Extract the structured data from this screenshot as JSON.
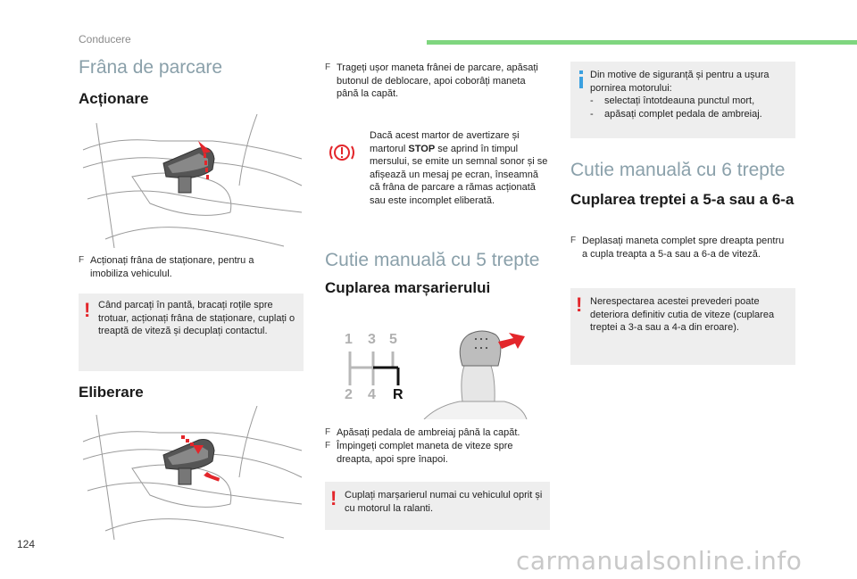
{
  "header": {
    "section": "Conducere",
    "accent_color": "#7fd67f"
  },
  "page_number": "124",
  "watermark": "carmanualsonline.info",
  "col1": {
    "title": "Frâna de parcare",
    "sub_actionare": "Acționare",
    "bullet_actionare": "Acționați frâna de staționare, pentru a imobiliza vehiculul.",
    "warn_box": "Când parcați în pantă, bracați roțile spre trotuar, acționați frâna de staționare, cuplați o treaptă de viteză și decuplați contactul.",
    "sub_eliberare": "Eliberare"
  },
  "col2": {
    "bullet_eliberare": "Trageți ușor maneta frânei de parcare, apăsați butonul de deblocare, apoi coborâți maneta până la capăt.",
    "stop_text_pre": "Dacă acest martor de avertizare și martorul ",
    "stop_text_bold": "STOP",
    "stop_text_post": " se aprind în timpul mersului, se emite un semnal sonor și se afișează un mesaj pe ecran, înseamnă că frâna de parcare a rămas acționată sau este incomplet eliberată.",
    "title_5": "Cutie manuală cu 5 trepte",
    "sub_reverse": "Cuplarea marșarierului",
    "gear_labels": [
      "1",
      "3",
      "5",
      "2",
      "4",
      "R"
    ],
    "bullet_reverse_1": "Apăsați pedala de ambreiaj până la capăt.",
    "bullet_reverse_2": "Împingeți complet maneta de viteze spre dreapta, apoi spre înapoi.",
    "warn_box": "Cuplați marșarierul numai cu vehiculul oprit și cu motorul la ralanti."
  },
  "col3": {
    "info_box_intro": "Din motive de siguranță și pentru a ușura pornirea motorului:",
    "info_box_items": [
      "selectați întotdeauna punctul mort,",
      "apăsați complet pedala de ambreiaj."
    ],
    "title_6": "Cutie manuală cu 6 trepte",
    "sub_6": "Cuplarea treptei a 5-a sau a 6-a",
    "bullet_6": "Deplasați maneta complet spre dreapta pentru a cupla treapta a 5-a sau a 6-a de viteză.",
    "warn_box": "Nerespectarea acestei prevederi poate deteriora definitiv cutia de viteze (cuplarea treptei a 3-a sau a 4-a din eroare)."
  },
  "icons": {
    "bullet_marker": "F",
    "warn_marker": "!",
    "dash_marker": "-"
  },
  "colors": {
    "heading_light": "#8aa0aa",
    "warning_red": "#e3262b",
    "info_blue": "#3aa0e0",
    "box_grey": "#eeeeee"
  }
}
